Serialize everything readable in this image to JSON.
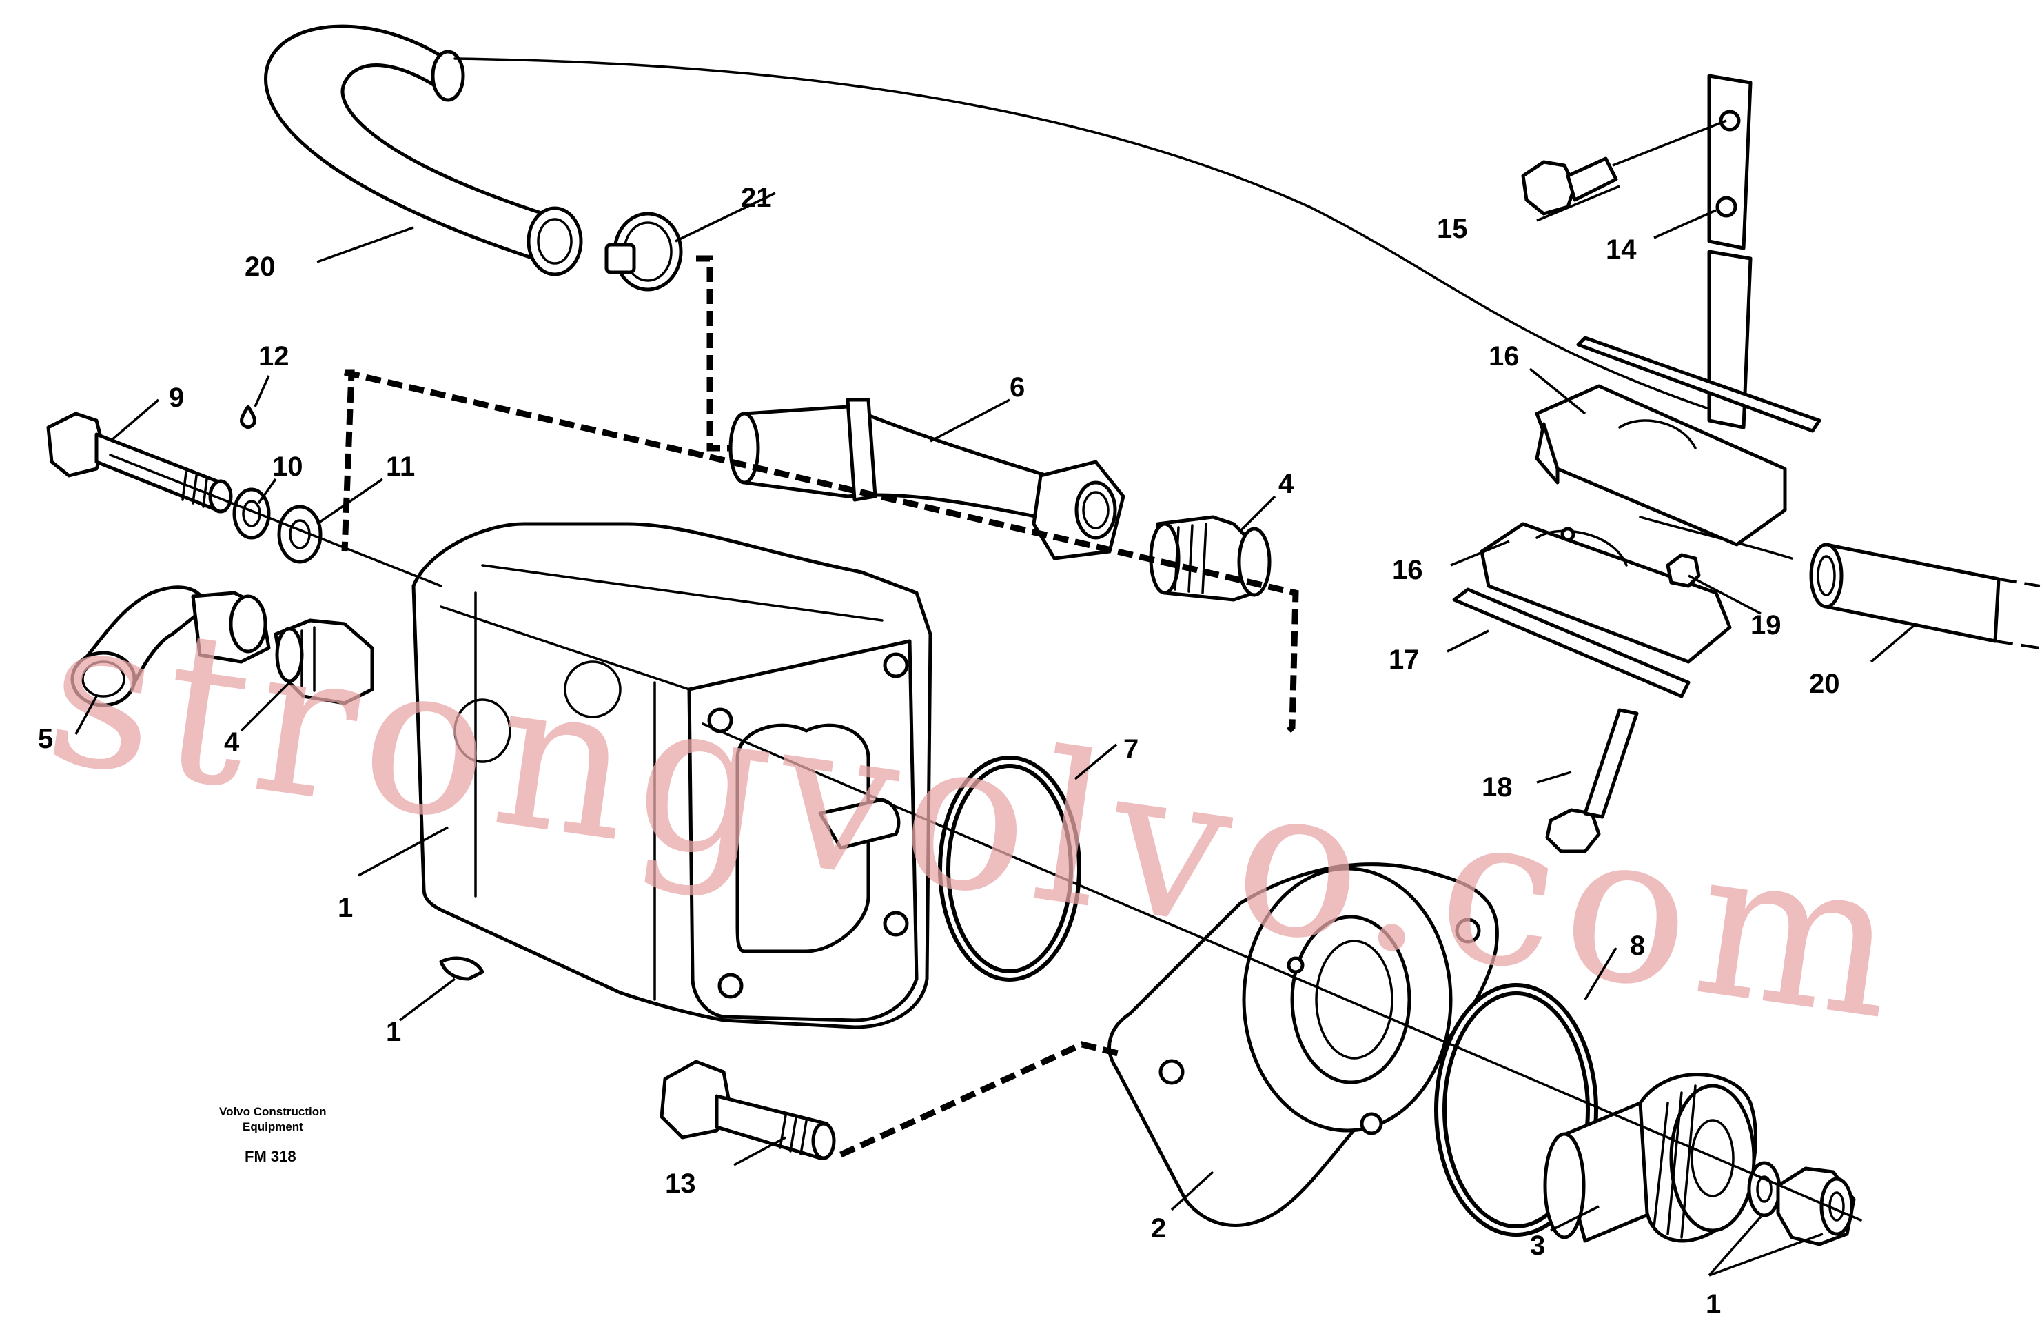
{
  "diagram": {
    "callouts": [
      "1",
      "1",
      "1",
      "1",
      "2",
      "3",
      "4",
      "4",
      "5",
      "6",
      "7",
      "8",
      "9",
      "10",
      "11",
      "12",
      "13",
      "14",
      "15",
      "16",
      "16",
      "17",
      "18",
      "19",
      "20",
      "20",
      "21"
    ],
    "info_block": {
      "line1": "Volvo Construction",
      "line2": "Equipment",
      "code": "FM 318"
    },
    "watermark": "strongvolvo.com",
    "colors": {
      "line": "#000000",
      "background": "#ffffff",
      "watermark": "#e9a7a7"
    }
  }
}
